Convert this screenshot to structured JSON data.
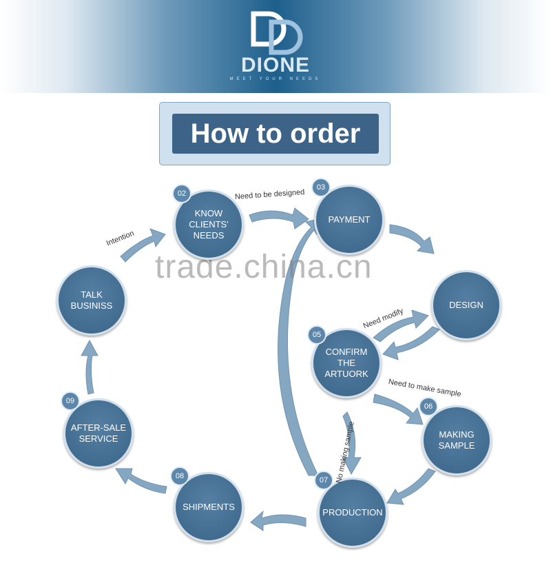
{
  "header": {
    "brand": "DIONE",
    "tagline": "MEET YOUR NEEDS"
  },
  "title": "How to order",
  "nodes": [
    {
      "number": "",
      "label": "TALK\nBUSINISS"
    },
    {
      "number": "02",
      "label": "KNOW\nCLIENTS'\nNEEDS"
    },
    {
      "number": "03",
      "label": "PAYMENT"
    },
    {
      "number": "",
      "label": "DESIGN"
    },
    {
      "number": "05",
      "label": "CONFIRM\nTHE\nARTUORK"
    },
    {
      "number": "06",
      "label": "MAKING\nSAMPLE"
    },
    {
      "number": "07",
      "label": "PRODUCTION"
    },
    {
      "number": "08",
      "label": "SHIPMENTS"
    },
    {
      "number": "09",
      "label": "AFTER-SALE\nSERVICE"
    }
  ],
  "edges": {
    "intention": "Intention",
    "need_design": "Need to be designed",
    "need_modify": "Need modify",
    "need_sample": "Need to make sample",
    "no_sample": "No making sample"
  },
  "watermark": "trade.china.cn",
  "colors": {
    "node": "#3a6488",
    "arrow": "#86a7c2",
    "header": "#1e5f8c"
  }
}
